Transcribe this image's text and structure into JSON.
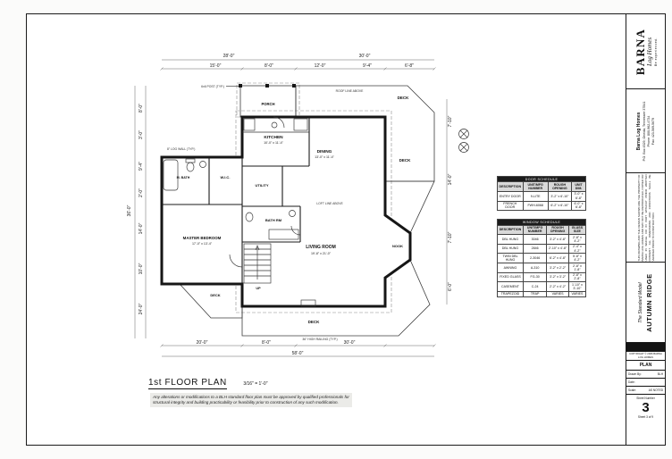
{
  "sheet": {
    "drawing_title": "1st FLOOR PLAN",
    "drawing_scale": "3/16\" = 1'-0\"",
    "disclaimer": "Any alterations or modifications to a BLH standard floor plan must be approved by qualified professionals for structural integrity and building practicability or feasibility prior to construction of any such modification."
  },
  "plan": {
    "rooms": {
      "porch": "PORCH",
      "kitchen": "KITCHEN",
      "kitchen_dim": "10'-0\" x 11'-4\"",
      "dining": "DINING",
      "dining_dim": "13'-0\" x 11'-4\"",
      "utility": "UTILITY",
      "wic": "W.I.C.",
      "master_bath": "M. BATH",
      "bath": "BATH RM",
      "master_bedroom": "MASTER BEDROOM",
      "master_bedroom_dim": "17'-0\" x 13'-4\"",
      "living": "LIVING ROOM",
      "living_dim": "19'-8\" x 21'-0\"",
      "nook": "NOOK",
      "deck_top": "DECK",
      "deck_right": "DECK",
      "deck_bottom": "DECK",
      "deck_corner": "DECK",
      "stairs_up": "UP"
    },
    "annotations": {
      "posts": "6x6 POST (TYP.)",
      "roof_line": "ROOF LINE ABOVE",
      "loft_line": "LOFT LINE ABOVE",
      "railing": "36\" HIGH RAILING (TYP.)",
      "log_wall": "8\" LOG WALL (TYP.)"
    },
    "dim_top": [
      "28'-0\"",
      "30'-0\"",
      "15'-0\"",
      "8'-0\"",
      "12'-0\"",
      "9'-4\"",
      "6'-8\""
    ],
    "dim_left": [
      "36'-0\"",
      "8'-0\"",
      "3'-0\"",
      "9'-4\"",
      "2'-0\"",
      "14'-0\"",
      "10'-0\"",
      "24'-0\""
    ],
    "dim_right": [
      "7'-10\"",
      "14'-0\"",
      "7'-10\"",
      "6'-0\""
    ],
    "dim_bottom": [
      "20'-0\"",
      "8'-0\"",
      "30'-0\"",
      "58'-0\""
    ]
  },
  "door_schedule": {
    "title": "DOOR SCHEDULE",
    "headers": [
      "DESCRIPTION",
      "UNIT/MFG NUMBER",
      "ROUGH OPENING",
      "UNIT DIM."
    ],
    "rows": [
      [
        "ENTRY DOOR",
        "9-LITE",
        "3'-2\" x 6'-10\"",
        "3'-0\" x 6'-8\""
      ],
      [
        "FRENCH DOOR",
        "FWH-6068",
        "6'-2\" x 6'-10\"",
        "6'-0\" x 6'-8\""
      ]
    ]
  },
  "window_schedule": {
    "title": "WINDOW SCHEDULE",
    "headers": [
      "DESCRIPTION",
      "UNIT/MFG NUMBER",
      "ROUGH OPENING",
      "GLASS SIZE"
    ],
    "rows": [
      [
        "DBL HUNG",
        "3046",
        "3'-2\" x 4'-8\"",
        "2'-8\" x 4'-2\""
      ],
      [
        "DBL HUNG",
        "2846",
        "2'-10\" x 4'-8\"",
        "2'-4\" x 4'-2\""
      ],
      [
        "TWIN DBL HUNG",
        "2-3046",
        "6'-2\" x 4'-8\"",
        "5'-8\" x 4'-2\""
      ],
      [
        "AWNING",
        "A-310",
        "3'-2\" x 2'-2\"",
        "2'-8\" x 1'-8\""
      ],
      [
        "FIXED GLASS",
        "FG-30",
        "3'-2\" x 3'-2\"",
        "2'-8\" x 2'-8\""
      ],
      [
        "CASEMENT",
        "C-24",
        "2'-2\" x 4'-2\"",
        "1'-10\" x 3'-10\""
      ],
      [
        "TRAPEZOID",
        "TRAP",
        "VARIES",
        "VARIES"
      ]
    ]
  },
  "title_block": {
    "brand_name": "BARNA",
    "brand_sub": "Log Homes",
    "brand_tagline": "Be experienced.",
    "address_line1": "Barna Log Homes",
    "address_line2": "P.O. Box 4529, Oneida, Tennessee 37841",
    "address_line3": "Phone: 800-962-4734",
    "address_line4": "Fax: 423-569-5679",
    "legal": "THIS DRAWING AND THE DESIGN SHOWN ARE THE PROPERTY OF BARNA LOG HOMES AND MAY NOT BE REPRODUCED, COPIED OR USED IN WHOLE OR IN PART WITHOUT PRIOR WRITTEN CONSENT. ALL DIMENSIONS AND CONDITIONS SHALL BE VERIFIED PRIOR TO CONSTRUCTION.",
    "model_series": "The Standard Model",
    "model_name": "AUTUMN RIDGE",
    "copyright": "COPYRIGHT © 2006 BARNA LOG HOMES",
    "plan_label": "PLAN",
    "fields": [
      {
        "label": "Drawn By:",
        "value": "BLH"
      },
      {
        "label": "Date:",
        "value": ""
      },
      {
        "label": "Scale:",
        "value": "AS NOTED"
      }
    ],
    "sheet_number_label": "Sheet Number",
    "sheet_number": "3",
    "sheet_of": "Sheet 3 of 9"
  }
}
